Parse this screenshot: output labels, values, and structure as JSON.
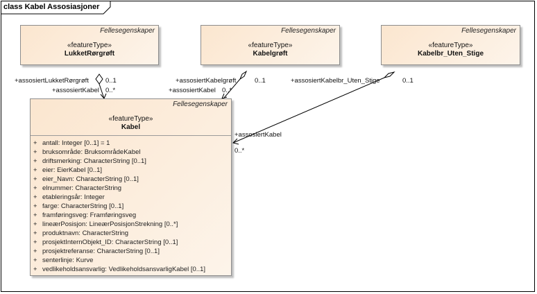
{
  "frame": {
    "title": "class Kabel Assosiasjoner"
  },
  "classes": {
    "lukket": {
      "package": "Fellesegenskaper",
      "stereotype": "«featureType»",
      "name": "LukketRørgrøft"
    },
    "kabelgroft": {
      "package": "Fellesegenskaper",
      "stereotype": "«featureType»",
      "name": "Kabelgrøft"
    },
    "kabelbr": {
      "package": "Fellesegenskaper",
      "stereotype": "«featureType»",
      "name": "Kabelbr_Uten_Stige"
    },
    "kabel": {
      "package": "Fellesegenskaper",
      "stereotype": "«featureType»",
      "name": "Kabel",
      "attributes": [
        {
          "vis": "+",
          "text": "antall: Integer [0..1] = 1"
        },
        {
          "vis": "+",
          "text": "bruksområde: BruksområdeKabel"
        },
        {
          "vis": "+",
          "text": "driftsmerking: CharacterString [0..1]"
        },
        {
          "vis": "+",
          "text": "eier: EierKabel [0..1]"
        },
        {
          "vis": "+",
          "text": "eier_Navn: CharacterString [0..1]"
        },
        {
          "vis": "+",
          "text": "elnummer: CharacterString"
        },
        {
          "vis": "+",
          "text": "etableringsår: Integer"
        },
        {
          "vis": "+",
          "text": "farge: CharacterString [0..1]"
        },
        {
          "vis": "+",
          "text": "framføringsveg: Framføringsveg"
        },
        {
          "vis": "+",
          "text": "lineærPosisjon: LineærPosisjonStrekning [0..*]"
        },
        {
          "vis": "+",
          "text": "produktnavn: CharacterString"
        },
        {
          "vis": "+",
          "text": "prosjektInternObjekt_ID: CharacterString [0..1]"
        },
        {
          "vis": "+",
          "text": "prosjektreferanse: CharacterString [0..1]"
        },
        {
          "vis": "+",
          "text": "senterlinje: Kurve"
        },
        {
          "vis": "+",
          "text": "vedlikeholdsansvarlig: VedlikeholdsansvarligKabel [0..1]"
        }
      ]
    }
  },
  "associations": {
    "a1": {
      "role_source": "+assosiertLukketRørgrøft",
      "mult_source": "0..1",
      "role_target": "+assosiertKabel",
      "mult_target": "0..*"
    },
    "a2": {
      "role_source": "+assosiertKabelgrøft",
      "mult_source": "0..1",
      "role_target": "+assosiertKabel",
      "mult_target": "0..*"
    },
    "a3": {
      "role_source": "+assosiertKabelbr_Uten_Stige",
      "mult_source": "0..1",
      "role_target": "+assosiertKabel",
      "mult_target": "0..*"
    }
  },
  "colors": {
    "class_fill_start": "#fbe6cf",
    "class_fill_end": "#fdf4ea",
    "border": "#8c8c8c",
    "line": "#000000"
  }
}
